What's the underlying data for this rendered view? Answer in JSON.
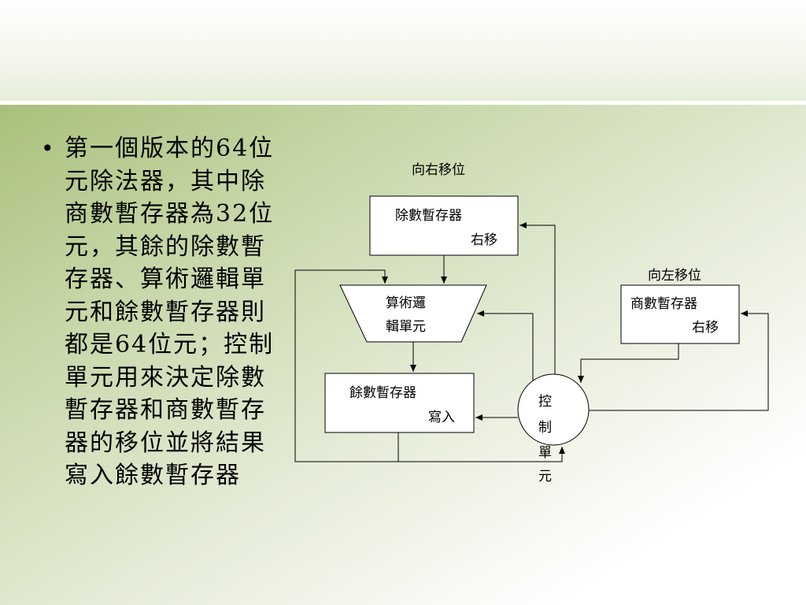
{
  "bullet_text": "第一個版本的64位元除法器，其中除商數暫存器為32位元，其餘的除數暫存器、算術邏輯單元和餘數暫存器則都是64位元；控制單元用來決定除數暫存器和商數暫存器的移位並將結果寫入餘數暫存器",
  "bullet_symbol": "•",
  "diagram": {
    "label_shift_right": "向右移位",
    "label_shift_left": "向左移位",
    "divisor_reg": {
      "line1": "除數暫存器",
      "line2": "右移"
    },
    "alu": {
      "line1": "算術邏",
      "line2": "輯單元"
    },
    "remainder_reg": {
      "line1": "餘數暫存器",
      "line2": "寫入"
    },
    "quotient_reg": {
      "line1": "商數暫存器",
      "line2": "右移"
    },
    "control": {
      "c1": "控",
      "c2": "制",
      "c3": "單",
      "c4": "元"
    }
  }
}
